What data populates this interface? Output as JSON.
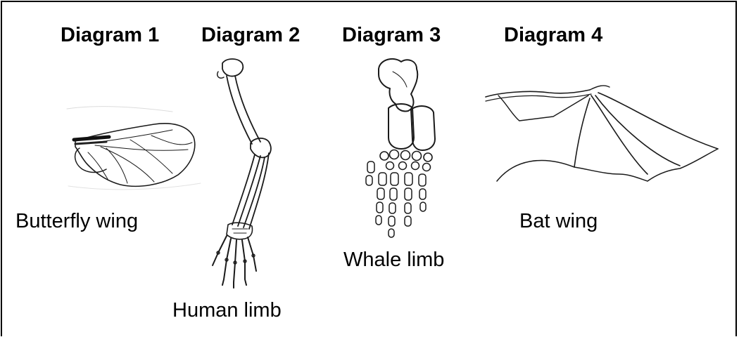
{
  "diagrams": [
    {
      "title": "Diagram 1",
      "caption": "Butterfly wing",
      "image": "butterfly-wing-drawing"
    },
    {
      "title": "Diagram 2",
      "caption": "Human limb",
      "image": "human-limb-drawing"
    },
    {
      "title": "Diagram 3",
      "caption": "Whale limb",
      "image": "whale-limb-drawing"
    },
    {
      "title": "Diagram 4",
      "caption": "Bat wing",
      "image": "bat-wing-drawing"
    }
  ]
}
